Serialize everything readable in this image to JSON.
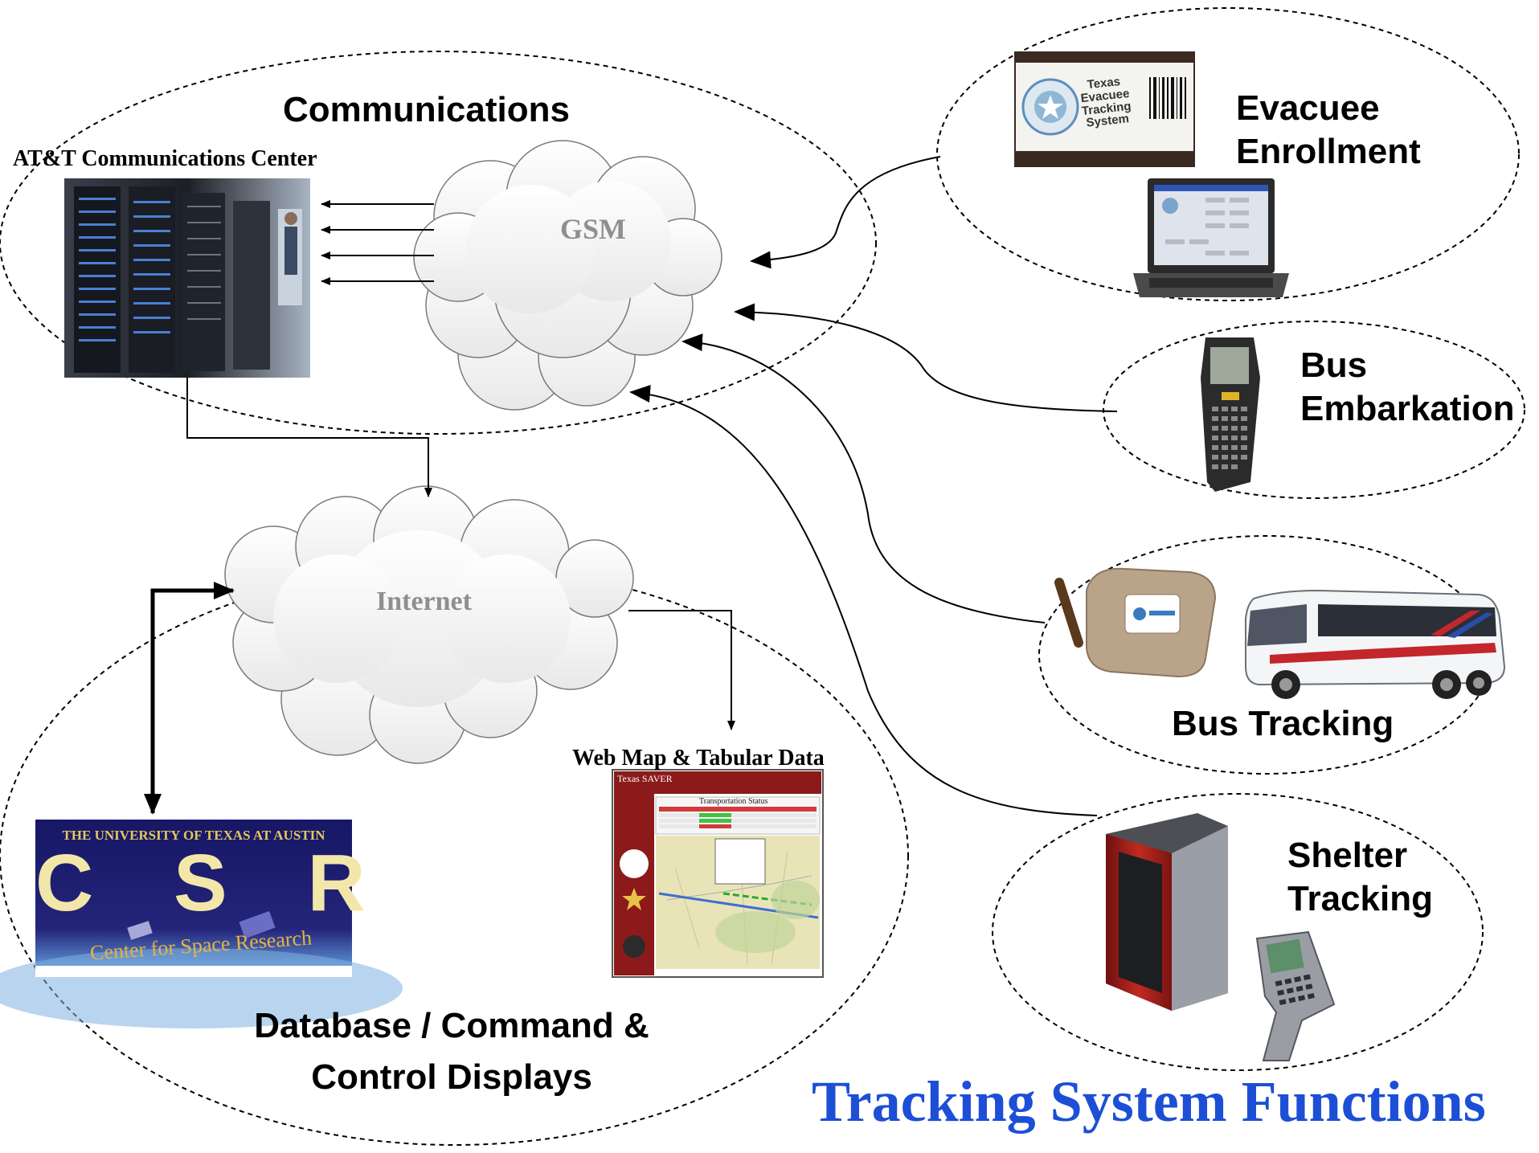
{
  "title": "Tracking System Functions",
  "colors": {
    "title": "#1c4fd6",
    "cloud_text": "#8f8f8f",
    "csr_bg": "#1a1a6e",
    "csr_letters": "#f2e7a8",
    "websaver_red": "#8c1a1a"
  },
  "groups": {
    "communications": "Communications",
    "evacuee_enrollment": "Evacuee\nEnrollment",
    "bus_embarkation": "Bus\nEmbarkation",
    "bus_tracking": "Bus Tracking",
    "shelter_tracking": "Shelter\nTracking",
    "database_command": "Database / Command &\nControl Displays"
  },
  "nodes": {
    "att_center": "AT&T Communications Center",
    "gsm_cloud": "GSM",
    "internet_cloud": "Internet",
    "web_map": "Web Map & Tabular Data"
  },
  "wristband": {
    "text": "Texas\nEvacuee\nTracking\nSystem"
  },
  "csr_logo": {
    "top_line": "THE UNIVERSITY OF TEXAS AT AUSTIN",
    "letters": "C S R",
    "bottom_line": "Center for Space Research"
  },
  "web_screen": {
    "header": "Texas SAVER",
    "panel_title": "Transportation Status"
  },
  "icons": [
    "server-rack-photo",
    "wristband-photo",
    "laptop-icon",
    "handheld-scanner-icon",
    "gps-tracker-icon",
    "bus-icon",
    "shelter-server-icon",
    "barcode-scanner-gun-icon"
  ]
}
